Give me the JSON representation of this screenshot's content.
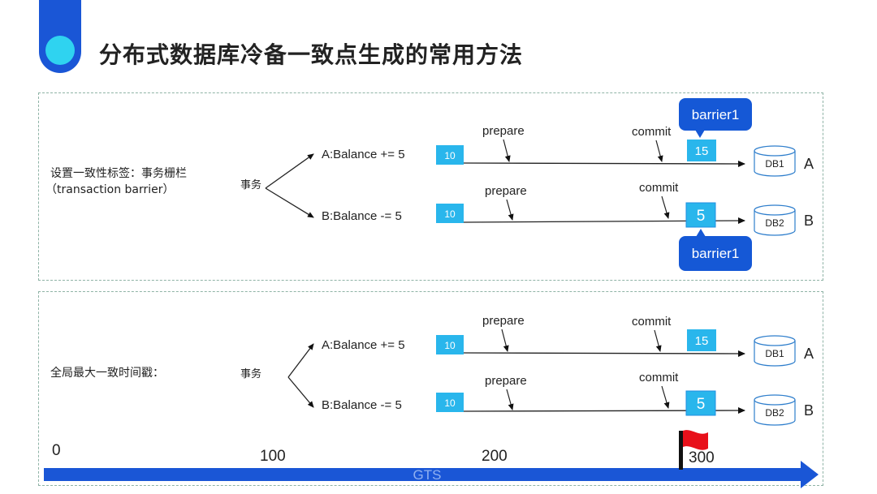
{
  "title": "分布式数据库冷备一致点生成的常用方法",
  "panels": [
    {
      "label_line1": "设置一致性标签：事务栅栏",
      "label_line2": "（transaction barrier）",
      "txn_label": "事务",
      "rows": [
        {
          "op": "A:Balance += 5",
          "start": "10",
          "prepare": "prepare",
          "commit": "commit",
          "end": "15",
          "db": "DB1",
          "node": "A"
        },
        {
          "op": "B:Balance -= 5",
          "start": "10",
          "prepare": "prepare",
          "commit": "commit",
          "end": "5",
          "db": "DB2",
          "node": "B"
        }
      ],
      "barrier_top": "barrier1",
      "barrier_bottom": "barrier1"
    },
    {
      "label_line1": "全局最大一致时间戳：",
      "txn_label": "事务",
      "rows": [
        {
          "op": "A:Balance += 5",
          "start": "10",
          "prepare": "prepare",
          "commit": "commit",
          "end": "15",
          "db": "DB1",
          "node": "A"
        },
        {
          "op": "B:Balance -= 5",
          "start": "10",
          "prepare": "prepare",
          "commit": "commit",
          "end": "5",
          "db": "DB2",
          "node": "B"
        }
      ]
    }
  ],
  "axis": {
    "label": "GTS",
    "ticks": [
      "0",
      "100",
      "200",
      "300"
    ]
  },
  "colors": {
    "accent": "#1a56d6",
    "cyan": "#2fd3f0",
    "box": "#29b6ec",
    "box_dark": "#1f8fe0",
    "callout": "#1558d6",
    "flag": "#e8101a"
  }
}
